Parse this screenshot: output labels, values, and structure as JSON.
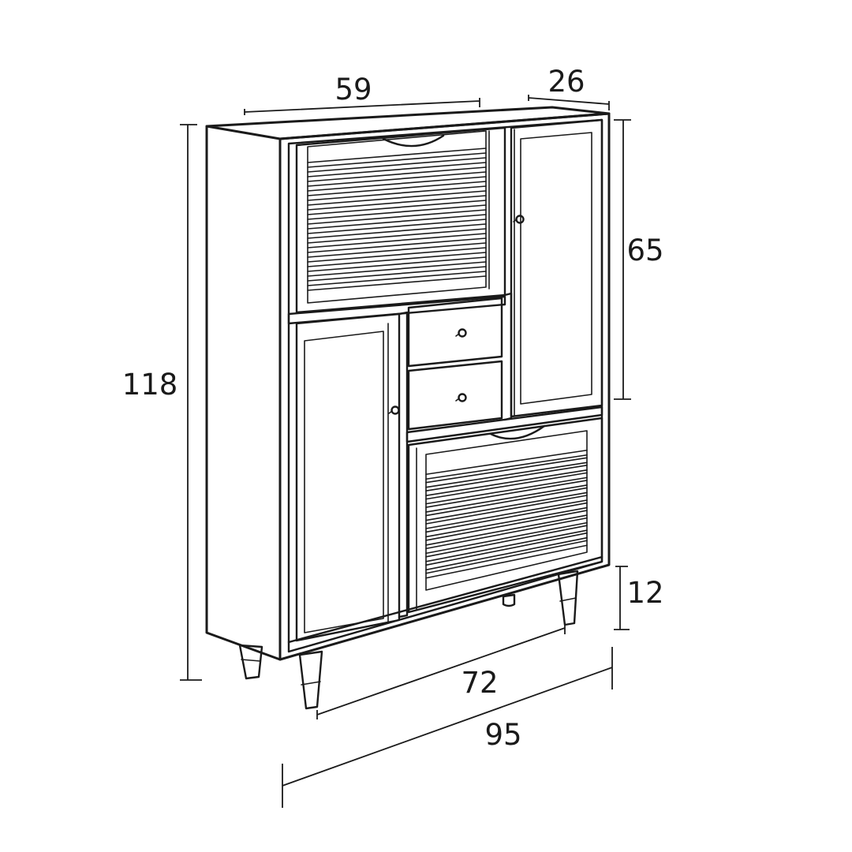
{
  "dimensions": {
    "width": "59",
    "depth": "26",
    "height": "118",
    "upper_door_height": "65",
    "leg_height": "12",
    "inner_width": "72",
    "total_width": "95"
  },
  "colors": {
    "line": "#1a1a1a",
    "background": "#ffffff"
  }
}
